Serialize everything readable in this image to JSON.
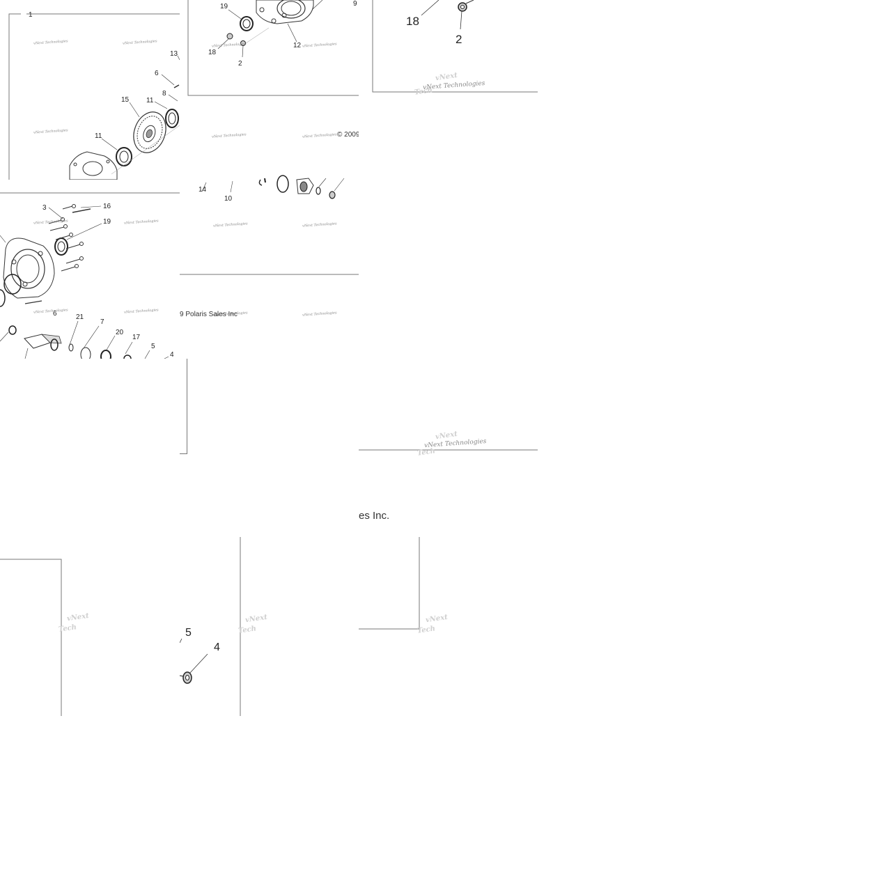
{
  "callouts": {
    "t1": [
      "1",
      "13",
      "6",
      "8",
      "15",
      "11",
      "11"
    ],
    "t2": [
      "19",
      "9",
      "18",
      "2",
      "12"
    ],
    "t3": [
      "18",
      "2"
    ],
    "t4": [
      "3",
      "16",
      "19",
      "6",
      "21",
      "7",
      "20",
      "17",
      "5",
      "4"
    ],
    "t5": [
      "14",
      "10"
    ],
    "t6": [
      "5",
      "4"
    ]
  },
  "watermark": {
    "text": "vNext Technologies",
    "partial_short": "vNext",
    "partial_tail": "Tech"
  },
  "copyright": {
    "t5_fragment": "9 Polaris Sales Inc",
    "t5_top_fragment": "© 2009",
    "center_fragment": "es Inc."
  }
}
